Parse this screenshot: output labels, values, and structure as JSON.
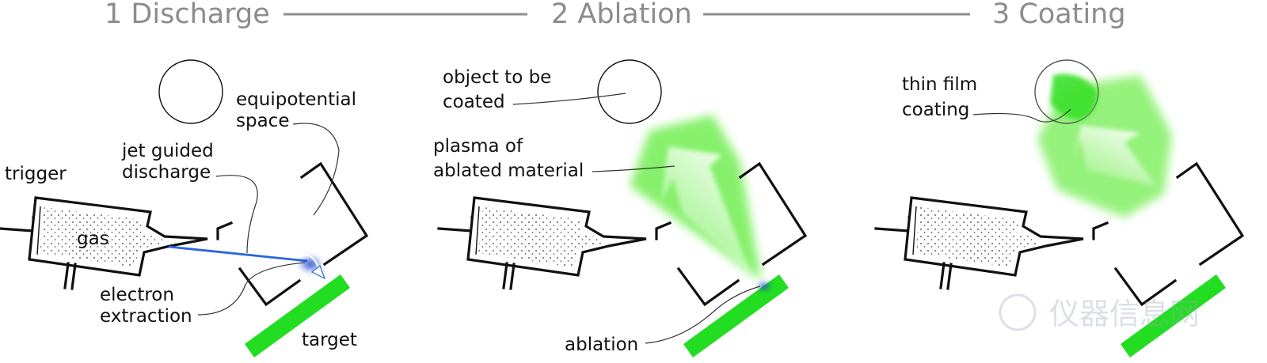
{
  "stages": [
    {
      "number": "1",
      "title": "Discharge"
    },
    {
      "number": "2",
      "title": "Ablation"
    },
    {
      "number": "3",
      "title": "Coating"
    }
  ],
  "labels": {
    "trigger": "trigger",
    "gas": "gas",
    "jet_guided_1": "jet guided",
    "jet_guided_2": "discharge",
    "equipotential_1": "equipotential",
    "equipotential_2": "space",
    "electron_1": "electron",
    "electron_2": "extraction",
    "target": "target",
    "object_1": "object to be",
    "object_2": "coated",
    "plasma_1": "plasma of",
    "plasma_2": "ablated material",
    "ablation": "ablation",
    "film_1": "thin film",
    "film_2": "coating"
  },
  "watermark": "仪器信息网",
  "colors": {
    "target_green": "#22dd22",
    "plasma_green": "#66ee44",
    "electron_beam": "#2a66dd",
    "title_gray": "#8c8c8c",
    "outline": "#111111"
  }
}
